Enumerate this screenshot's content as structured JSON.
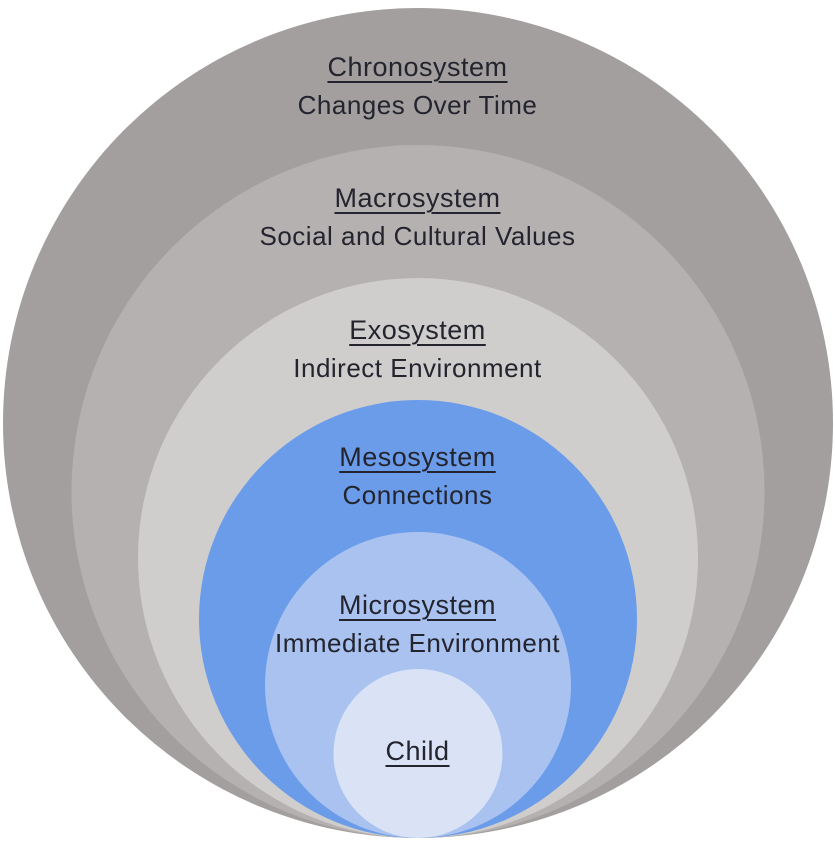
{
  "diagram": {
    "text_color": "#23242e",
    "rings": [
      {
        "label": "Chronosystem",
        "sublabel": "Changes Over Time",
        "color": "#a49f9f"
      },
      {
        "label": "Macrosystem",
        "sublabel": "Social and Cultural Values",
        "color": "#b5b1b0"
      },
      {
        "label": "Exosystem",
        "sublabel": "Indirect Environment",
        "color": "#cfcecd"
      },
      {
        "label": "Mesosystem",
        "sublabel": "Connections",
        "color": "#6b9ce9"
      },
      {
        "label": "Microsystem",
        "sublabel": "Immediate Environment",
        "color": "#a9c2f0"
      },
      {
        "label": "Child",
        "sublabel": "",
        "color": "#dae3f5"
      }
    ]
  }
}
